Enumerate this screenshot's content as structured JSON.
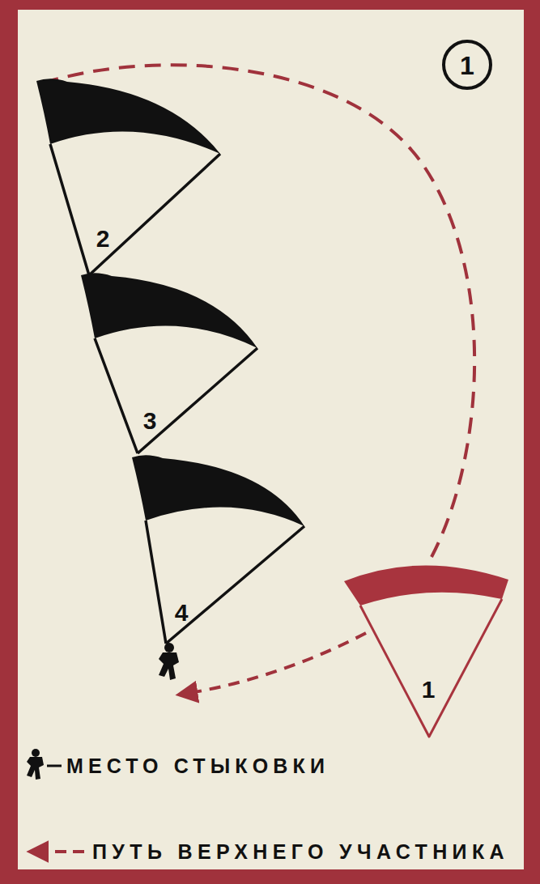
{
  "diagram": {
    "nodes": [
      {
        "text": [
          "2"
        ]
      },
      {
        "text": [
          "3"
        ]
      },
      {
        "text": [
          "4"
        ]
      },
      {
        "text": [
          "1"
        ]
      }
    ],
    "labels": [
      "1"
    ],
    "legend": [
      {
        "text": "МЕСТО СТЫКОВКИ"
      },
      {
        "text": "ПУТЬ ВЕРХНЕГО УЧАСТНИКА"
      }
    ]
  }
}
